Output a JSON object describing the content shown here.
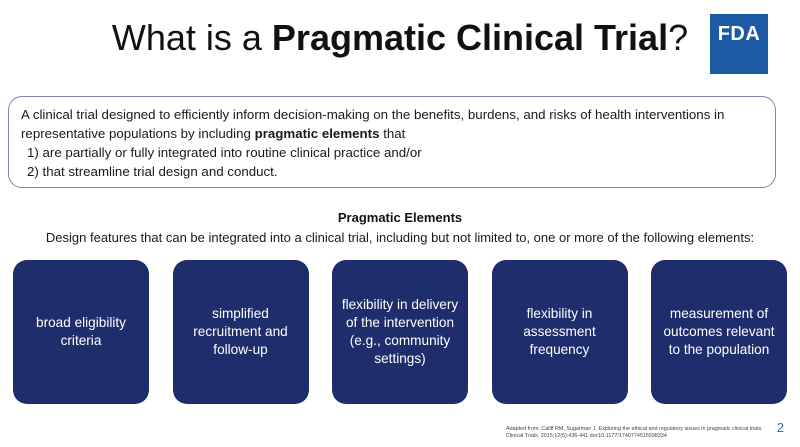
{
  "title": {
    "prefix": "What is a ",
    "bold": "Pragmatic Clinical Trial",
    "suffix": "?"
  },
  "logo": {
    "text": "FDA"
  },
  "definition": {
    "line1": "A clinical trial designed to efficiently inform decision-making on the benefits, burdens, and risks of health interventions in",
    "line2_prefix": "representative populations by including ",
    "line2_bold": "pragmatic elements",
    "line2_suffix": " that",
    "item1": "1) are partially or fully integrated into routine clinical practice and/or",
    "item2": "2) that streamline trial design and conduct."
  },
  "section": {
    "title": "Pragmatic Elements",
    "description": "Design features that can be integrated into a clinical trial, including but not limited to, one or more of the following elements:"
  },
  "elements": [
    "broad eligibility criteria",
    "simplified recruitment and follow-up",
    "flexibility in delivery of the intervention (e.g., community settings)",
    "flexibility in assessment frequency",
    "measurement of outcomes relevant to the population"
  ],
  "citation": "Adapted from: Califf RM, Sugarman J. Exploring the ethical and regulatory issues in pragmatic clinical trials. Clinical Trials. 2015;12(5):436-441.doi:10.1177/1740774515598334",
  "page_number": "2",
  "colors": {
    "element_box": "#1e2d6c",
    "logo_bg": "#1c5aa5",
    "definition_border": "#8a7fa8"
  }
}
